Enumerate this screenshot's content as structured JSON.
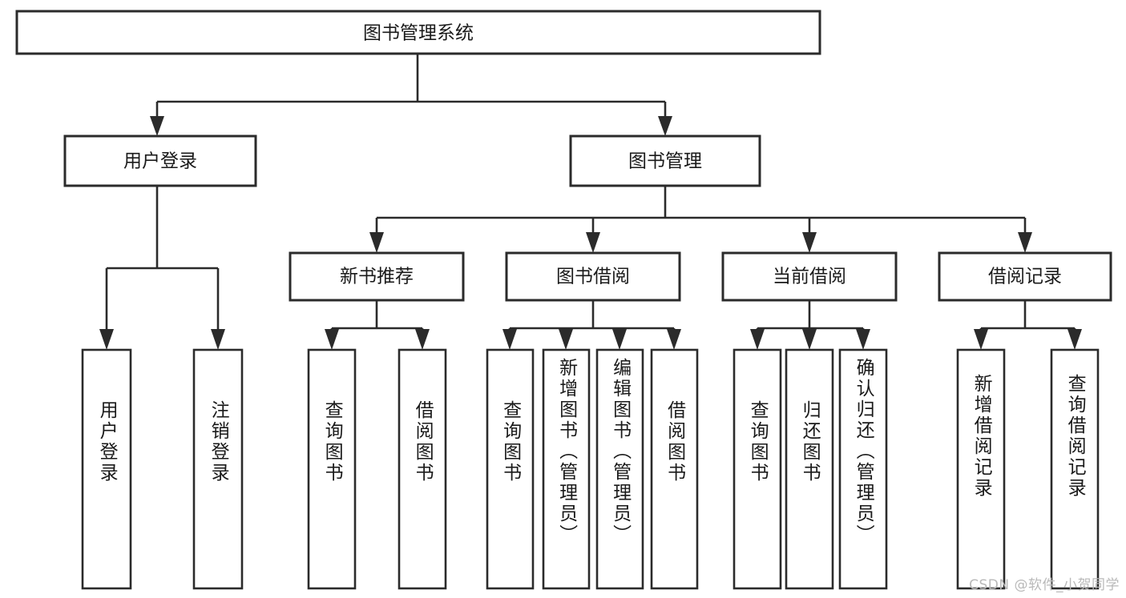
{
  "diagram": {
    "title": "图书管理系统",
    "type": "tree",
    "watermark": "CSDN @软件_小贺同学",
    "colors": {
      "box_stroke": "#2b2b2b",
      "box_fill": "#ffffff",
      "connector": "#2b2b2b",
      "text": "#1a1a1a",
      "watermark": "#b9b9b9",
      "background": "#ffffff"
    },
    "root": {
      "label": "图书管理系统"
    },
    "level2": [
      {
        "label": "用户登录"
      },
      {
        "label": "图书管理"
      }
    ],
    "level3": [
      {
        "label": "新书推荐"
      },
      {
        "label": "图书借阅"
      },
      {
        "label": "当前借阅"
      },
      {
        "label": "借阅记录"
      }
    ],
    "leaves": {
      "user_login": [
        {
          "label": "用户登录"
        },
        {
          "label": "注销登录"
        }
      ],
      "new_book_recommend": [
        {
          "label": "查询图书"
        },
        {
          "label": "借阅图书"
        }
      ],
      "book_borrow": [
        {
          "label": "查询图书"
        },
        {
          "label": "新增图书（管理员）"
        },
        {
          "label": "编辑图书（管理员）"
        },
        {
          "label": "借阅图书"
        }
      ],
      "current_borrow": [
        {
          "label": "查询图书"
        },
        {
          "label": "归还图书"
        },
        {
          "label": "确认归还（管理员）"
        }
      ],
      "borrow_record": [
        {
          "label": "新增借阅记录"
        },
        {
          "label": "查询借阅记录"
        }
      ]
    }
  }
}
